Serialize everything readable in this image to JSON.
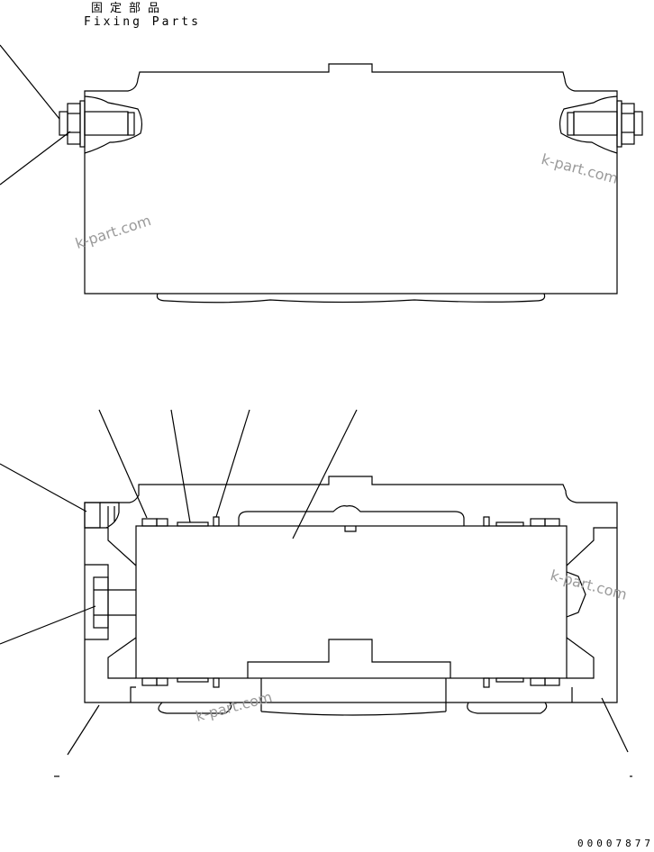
{
  "header": {
    "title_jp": "固定部品",
    "title_en": "Fixing Parts"
  },
  "drawing_code": "00007877",
  "watermark": "k-part.com"
}
